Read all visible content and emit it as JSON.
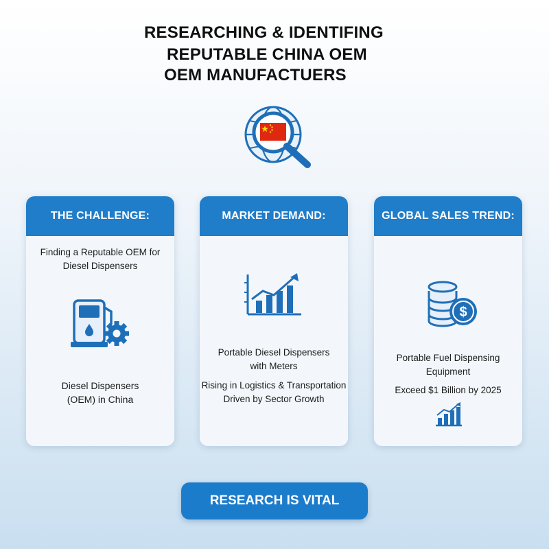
{
  "title": {
    "line1": "RESEARCHING & IDENTIFING",
    "line2": "REPUTABLE CHINA OEM",
    "line3": "OEM MANUFACTUERS"
  },
  "colors": {
    "accent": "#1f7dc9",
    "icon_blue": "#1f6fb8",
    "flag_red": "#de2910",
    "flag_yellow": "#ffde00"
  },
  "cards": [
    {
      "heading": "THE CHALLENGE:",
      "top_text": [
        "Finding a Reputable OEM for",
        "Diesel Dispensers"
      ],
      "icon": "fuel-pump-gear-icon",
      "bottom_text": [
        "Diesel Dispensers",
        "(OEM) in China"
      ]
    },
    {
      "heading": "MARKET DEMAND:",
      "icon": "growth-bar-chart-icon",
      "text_a": [
        "Portable Diesel Dispensers",
        "with Meters"
      ],
      "text_b": [
        "Rising in Logistics & Transportation",
        "Driven by Sector Growth"
      ]
    },
    {
      "heading": "GLOBAL SALES TREND:",
      "icon": "coin-stack-dollar-icon",
      "text_a": [
        "Portable Fuel Dispensing",
        "Equipment"
      ],
      "text_b": "Exceed $1 Billion by 2025",
      "small_icon": "trend-up-chart-icon"
    }
  ],
  "cta": {
    "label": "RESEARCH IS VITAL"
  }
}
